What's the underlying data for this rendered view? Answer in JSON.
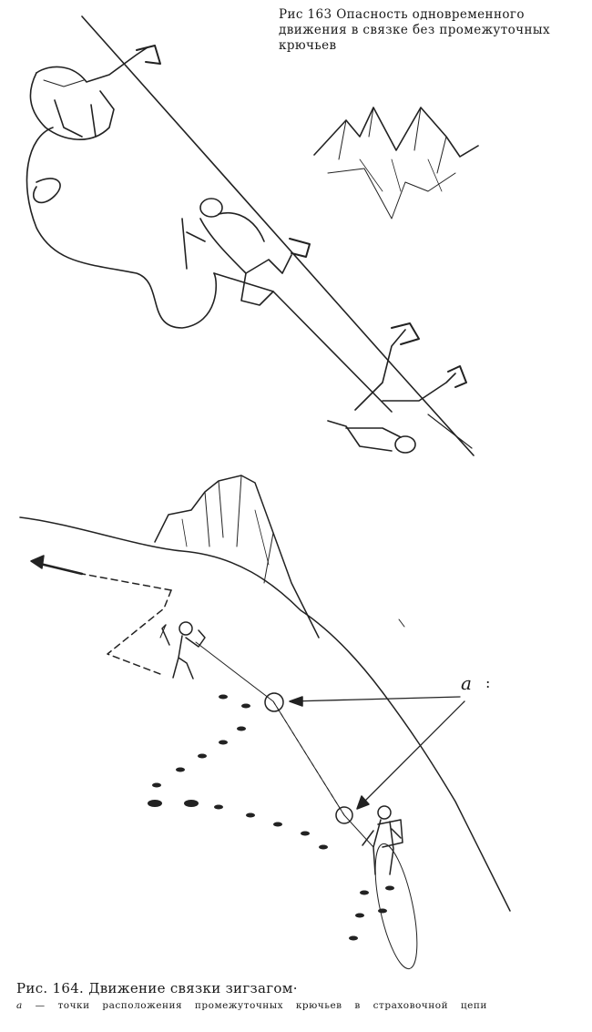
{
  "figure163": {
    "caption": "Рис 163 Опасность одновременного движения в связке без промежуточных крючьев"
  },
  "figure164": {
    "caption": "Рис. 164. Движение связки зигзагом·",
    "legend_letter": "a",
    "legend_text": "— точки расположения промежуточных крючьев в страховочной цепи",
    "label": "a",
    "label_mark": ":"
  }
}
